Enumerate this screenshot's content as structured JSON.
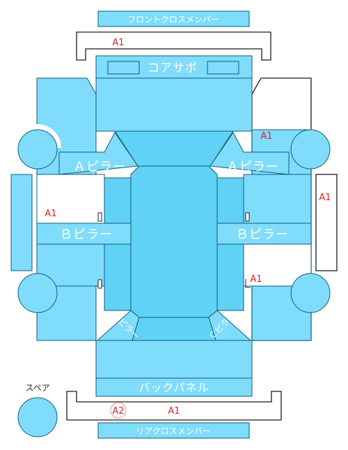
{
  "labels": {
    "front_cross_member": "フロントクロスメンバー",
    "core_support": "コアサポ",
    "a_pillar_left": "Ａピラー",
    "a_pillar_right": "Ａピラー",
    "b_pillar_left": "Ｂピラー",
    "b_pillar_right": "Ｂピラー",
    "back_panel": "バックパネル",
    "rear_cross_member": "リアクロスメンバー",
    "spare": "スペア",
    "c_pillar_left": "Ｃピラー",
    "c_pillar_right": "Ｃピラー"
  },
  "marks": {
    "front_cross_member": "A1",
    "right_front_fender": "A1",
    "right_side": "A1",
    "left_rocker": "A1",
    "right_rear": "A1",
    "rear_cross_member": "A1",
    "rear_circled": "A2"
  },
  "colors": {
    "part": "#80dcfb",
    "outline": "#0d5c7e",
    "mark": "#e02020"
  }
}
